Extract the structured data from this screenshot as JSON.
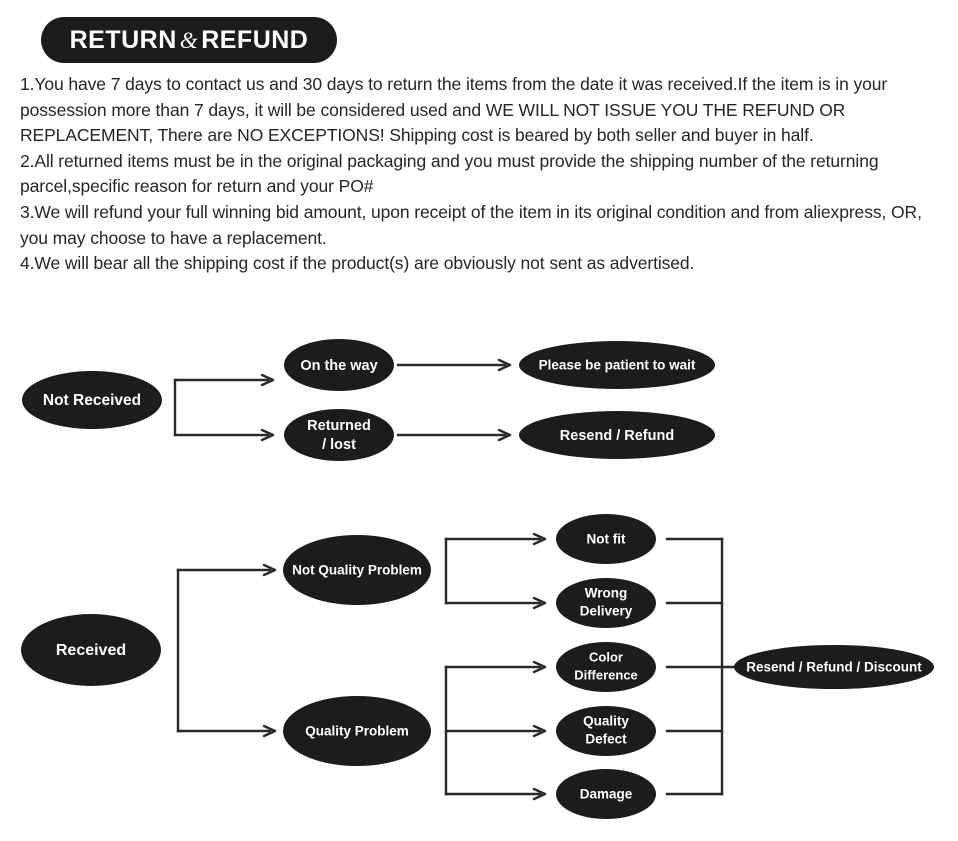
{
  "header": {
    "title_part1": "RETURN",
    "title_amp": "&",
    "title_part2": "REFUND"
  },
  "policy": {
    "items": [
      "1.You have 7 days to contact us and 30 days to return the items from the date it was received.If the item is in your possession more than 7 days, it will be considered used and WE WILL NOT ISSUE YOU THE REFUND OR REPLACEMENT, There are NO EXCEPTIONS! Shipping cost is beared by both seller and buyer in half.",
      "2.All returned items must be in the original packaging and you must provide the shipping number of the returning parcel,specific reason for return and your PO#",
      "3.We will refund your full winning bid amount, upon receipt of the item in its original condition and from aliexpress, OR, you may choose to have a replacement.",
      "4.We will bear all the shipping cost if the product(s) are obviously not sent as advertised."
    ]
  },
  "flowchart": {
    "type": "diagram",
    "node_fill": "#1c1c1c",
    "label_color": "#ffffff",
    "connector_color": "#2a2a2a",
    "not_received": {
      "root": "Not Received",
      "branches": [
        {
          "status": "On the way",
          "line1": "On the way",
          "line2": "",
          "outcome": "Please be patient to wait"
        },
        {
          "status": "Returned / lost",
          "line1": "Returned",
          "line2": "/   lost",
          "outcome": "Resend / Refund"
        }
      ]
    },
    "received": {
      "root": "Received",
      "categories": [
        {
          "label": "Not Quality Problem",
          "reasons": [
            "Not fit",
            "Wrong Delivery"
          ]
        },
        {
          "label": "Quality Problem",
          "reasons": [
            "Color Difference",
            "Quality Defect",
            "Damage"
          ]
        }
      ],
      "reasons": [
        {
          "line1": "Not fit",
          "line2": ""
        },
        {
          "line1": "Wrong",
          "line2": "Delivery"
        },
        {
          "line1": "Color",
          "line2": "Difference"
        },
        {
          "line1": "Quality",
          "line2": "Defect"
        },
        {
          "line1": "Damage",
          "line2": ""
        }
      ],
      "outcome": "Resend / Refund / Discount"
    }
  }
}
